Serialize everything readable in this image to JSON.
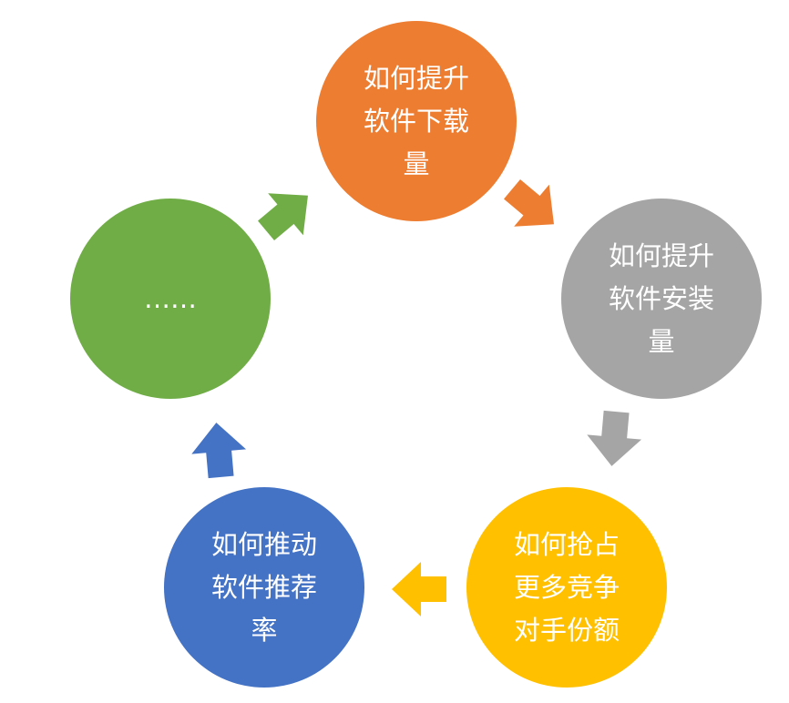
{
  "nodes": [
    {
      "label": "如何提升软件下载量",
      "color": "#ED7D31"
    },
    {
      "label": "如何提升软件安装量",
      "color": "#A5A5A5"
    },
    {
      "label": "如何抢占更多竞争对手份额",
      "color": "#FFC000"
    },
    {
      "label": "如何推动软件推荐率",
      "color": "#4472C4"
    },
    {
      "label": "……",
      "color": "#70AD47"
    }
  ]
}
